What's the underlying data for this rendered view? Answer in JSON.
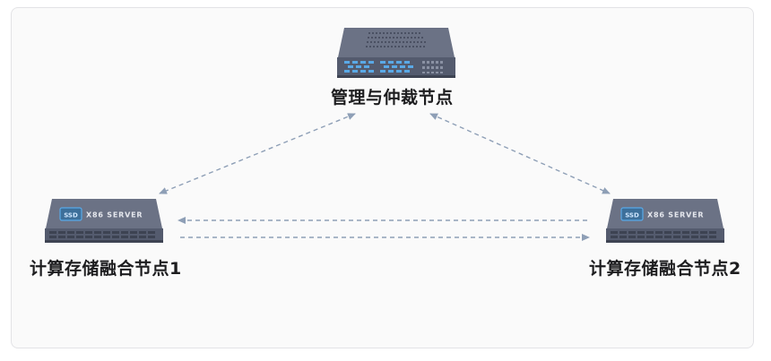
{
  "diagram": {
    "nodes": [
      {
        "id": "mgmt",
        "label": "管理与仲裁节点",
        "device": "switch-icon"
      },
      {
        "id": "node1",
        "label": "计算存储融合节点1",
        "device": "server-icon",
        "device_text": "X86 SERVER",
        "badge": "SSD"
      },
      {
        "id": "node2",
        "label": "计算存储融合节点2",
        "device": "server-icon",
        "device_text": "X86 SERVER",
        "badge": "SSD"
      }
    ],
    "edges": [
      {
        "from": "mgmt",
        "to": "node1",
        "style": "dashed",
        "direction": "both"
      },
      {
        "from": "mgmt",
        "to": "node2",
        "style": "dashed",
        "direction": "both"
      },
      {
        "from": "node2",
        "to": "node1",
        "style": "dashed",
        "direction": "forward"
      },
      {
        "from": "node1",
        "to": "node2",
        "style": "dashed",
        "direction": "forward"
      }
    ],
    "colors": {
      "edge": "#8e9fb6",
      "device_body": "#545b6e",
      "device_top": "#6b7285",
      "port": "#3d4352",
      "led": "#5aa9e6",
      "panel_bg": "#fafafa",
      "panel_border": "#e3e3e6"
    }
  }
}
